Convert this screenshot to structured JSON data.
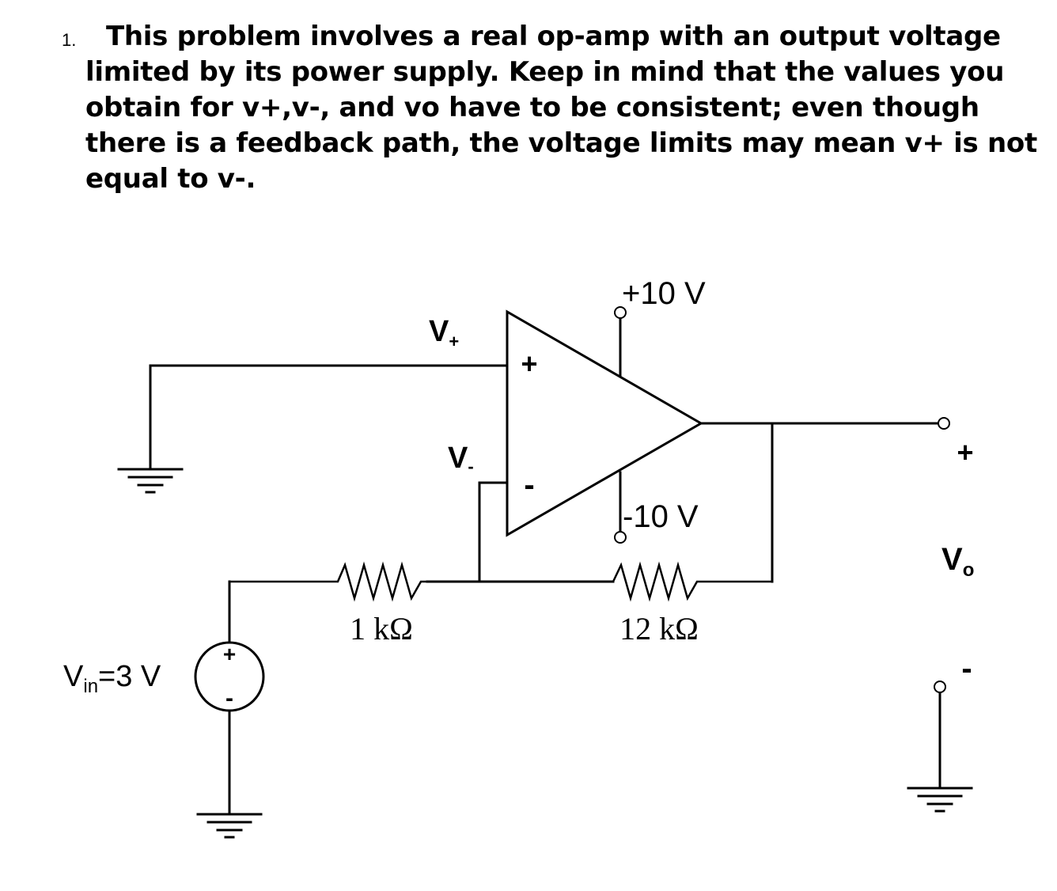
{
  "problem": {
    "number": "1.",
    "text": "This problem involves a real op-amp with an output voltage limited by its power supply.  Keep in mind that the values you obtain for v+,v-, and vo have to be consistent;  even though there is a feedback path, the voltage limits may mean v+ is not equal to v-."
  },
  "circuit": {
    "supply_positive": "+10 V",
    "supply_negative": "-10 V",
    "node_vplus": {
      "main": "V",
      "sub": "+"
    },
    "node_vminus": {
      "main": "V",
      "sub": "-"
    },
    "opamp_plus_sign": "+",
    "opamp_minus_sign": "-",
    "source": {
      "prefix": "V",
      "sub": "in",
      "suffix": "=3 V",
      "plus": "+",
      "minus": "-"
    },
    "resistor_input": "1 kΩ",
    "resistor_feedback": "12 kΩ",
    "output": {
      "main": "V",
      "sub": "o",
      "plus": "+",
      "minus": "-"
    }
  }
}
